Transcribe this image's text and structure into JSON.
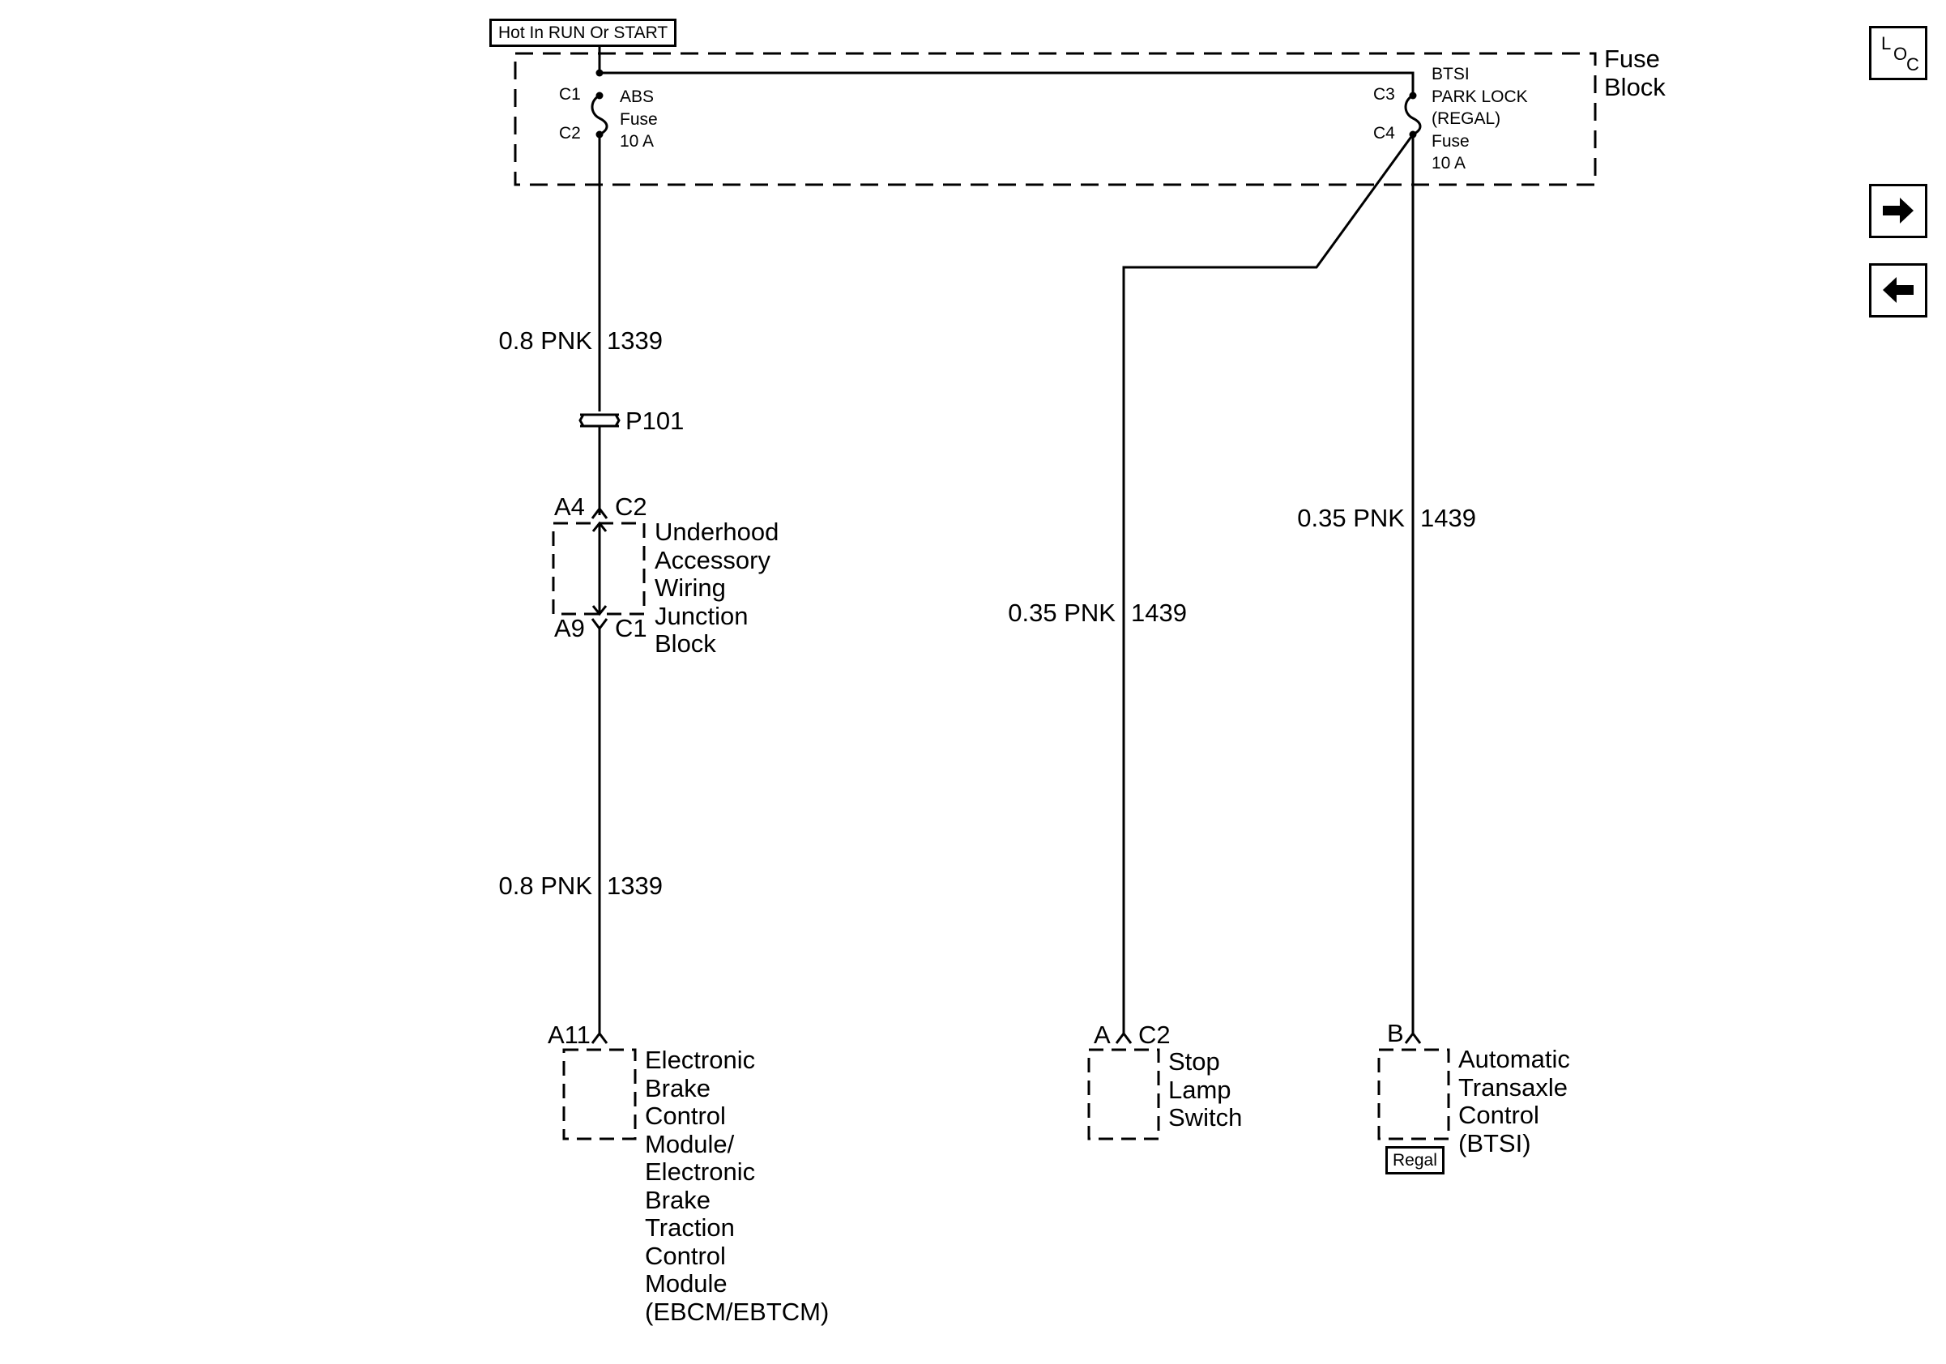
{
  "header": {
    "power_label": "Hot In RUN Or START"
  },
  "fuse_block": {
    "label_line1": "Fuse",
    "label_line2": "Block",
    "abs_fuse": {
      "terminal_in": "C1",
      "terminal_out": "C2",
      "lines": [
        "ABS",
        "Fuse",
        "10 A"
      ]
    },
    "btsi_fuse": {
      "terminal_in": "C3",
      "terminal_out": "C4",
      "lines": [
        "BTSI",
        "PARK LOCK",
        "(REGAL)",
        "Fuse",
        "10 A"
      ]
    }
  },
  "wires": {
    "abs_upper": {
      "size_color": "0.8 PNK",
      "circuit": "1339"
    },
    "abs_lower": {
      "size_color": "0.8 PNK",
      "circuit": "1339"
    },
    "stop_lamp": {
      "size_color": "0.35 PNK",
      "circuit": "1439"
    },
    "transaxle": {
      "size_color": "0.35 PNK",
      "circuit": "1439"
    }
  },
  "splice": {
    "label": "P101"
  },
  "junction_block": {
    "top_left_pin": "A4",
    "top_right_pin": "C2",
    "bottom_left_pin": "A9",
    "bottom_right_pin": "C1",
    "lines": [
      "Underhood",
      "Accessory",
      "Wiring",
      "Junction",
      "Block"
    ]
  },
  "components": {
    "ebcm": {
      "pin": "A11",
      "lines": [
        "Electronic",
        "Brake",
        "Control",
        "Module/",
        "Electronic",
        "Brake",
        "Traction",
        "Control",
        "Module",
        "(EBCM/EBTCM)"
      ]
    },
    "stop_lamp_switch": {
      "pin_a": "A",
      "pin_b": "C2",
      "lines": [
        "Stop",
        "Lamp",
        "Switch"
      ]
    },
    "transaxle_control": {
      "pin": "B",
      "lines": [
        "Automatic",
        "Transaxle",
        "Control",
        "(BTSI)"
      ],
      "option_label": "Regal"
    }
  },
  "nav": {
    "loc": {
      "l": "L",
      "o": "O",
      "c": "C"
    },
    "forward_icon": "right-arrow-icon",
    "back_icon": "left-arrow-icon"
  }
}
